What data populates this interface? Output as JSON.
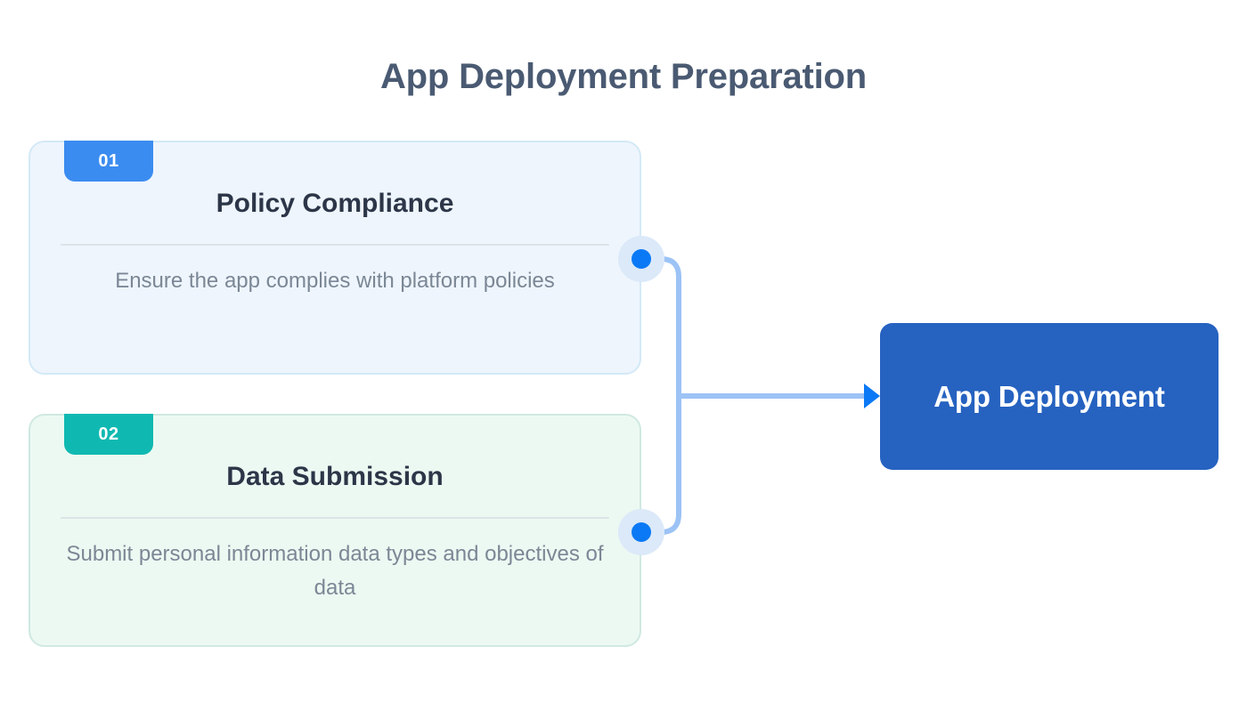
{
  "diagram": {
    "title": "App Deployment Preparation",
    "steps": [
      {
        "number": "01",
        "title": "Policy Compliance",
        "description": "Ensure the app complies with platform policies",
        "badge_color": "#3b8cf0",
        "card_background": "#eef5fd",
        "card_border": "#d3e9f7"
      },
      {
        "number": "02",
        "title": "Data Submission",
        "description": "Submit personal information data types and objectives of data",
        "badge_color": "#0fb9b1",
        "card_background": "#ecf9f2",
        "card_border": "#cfe9e2"
      }
    ],
    "target": {
      "label": "App Deployment",
      "color": "#2662c0",
      "text_color": "#ffffff"
    },
    "connector": {
      "line_color": "#9cc3f5",
      "dot_color": "#0b79f5",
      "halo_color": "#dbe9f9",
      "arrow_color": "#0b79f5"
    },
    "colors": {
      "title_text": "#4a5a72",
      "card_title_text": "#2c3648",
      "card_body_text": "#7b8795",
      "divider": "#dde3e7",
      "background": "#ffffff"
    }
  }
}
